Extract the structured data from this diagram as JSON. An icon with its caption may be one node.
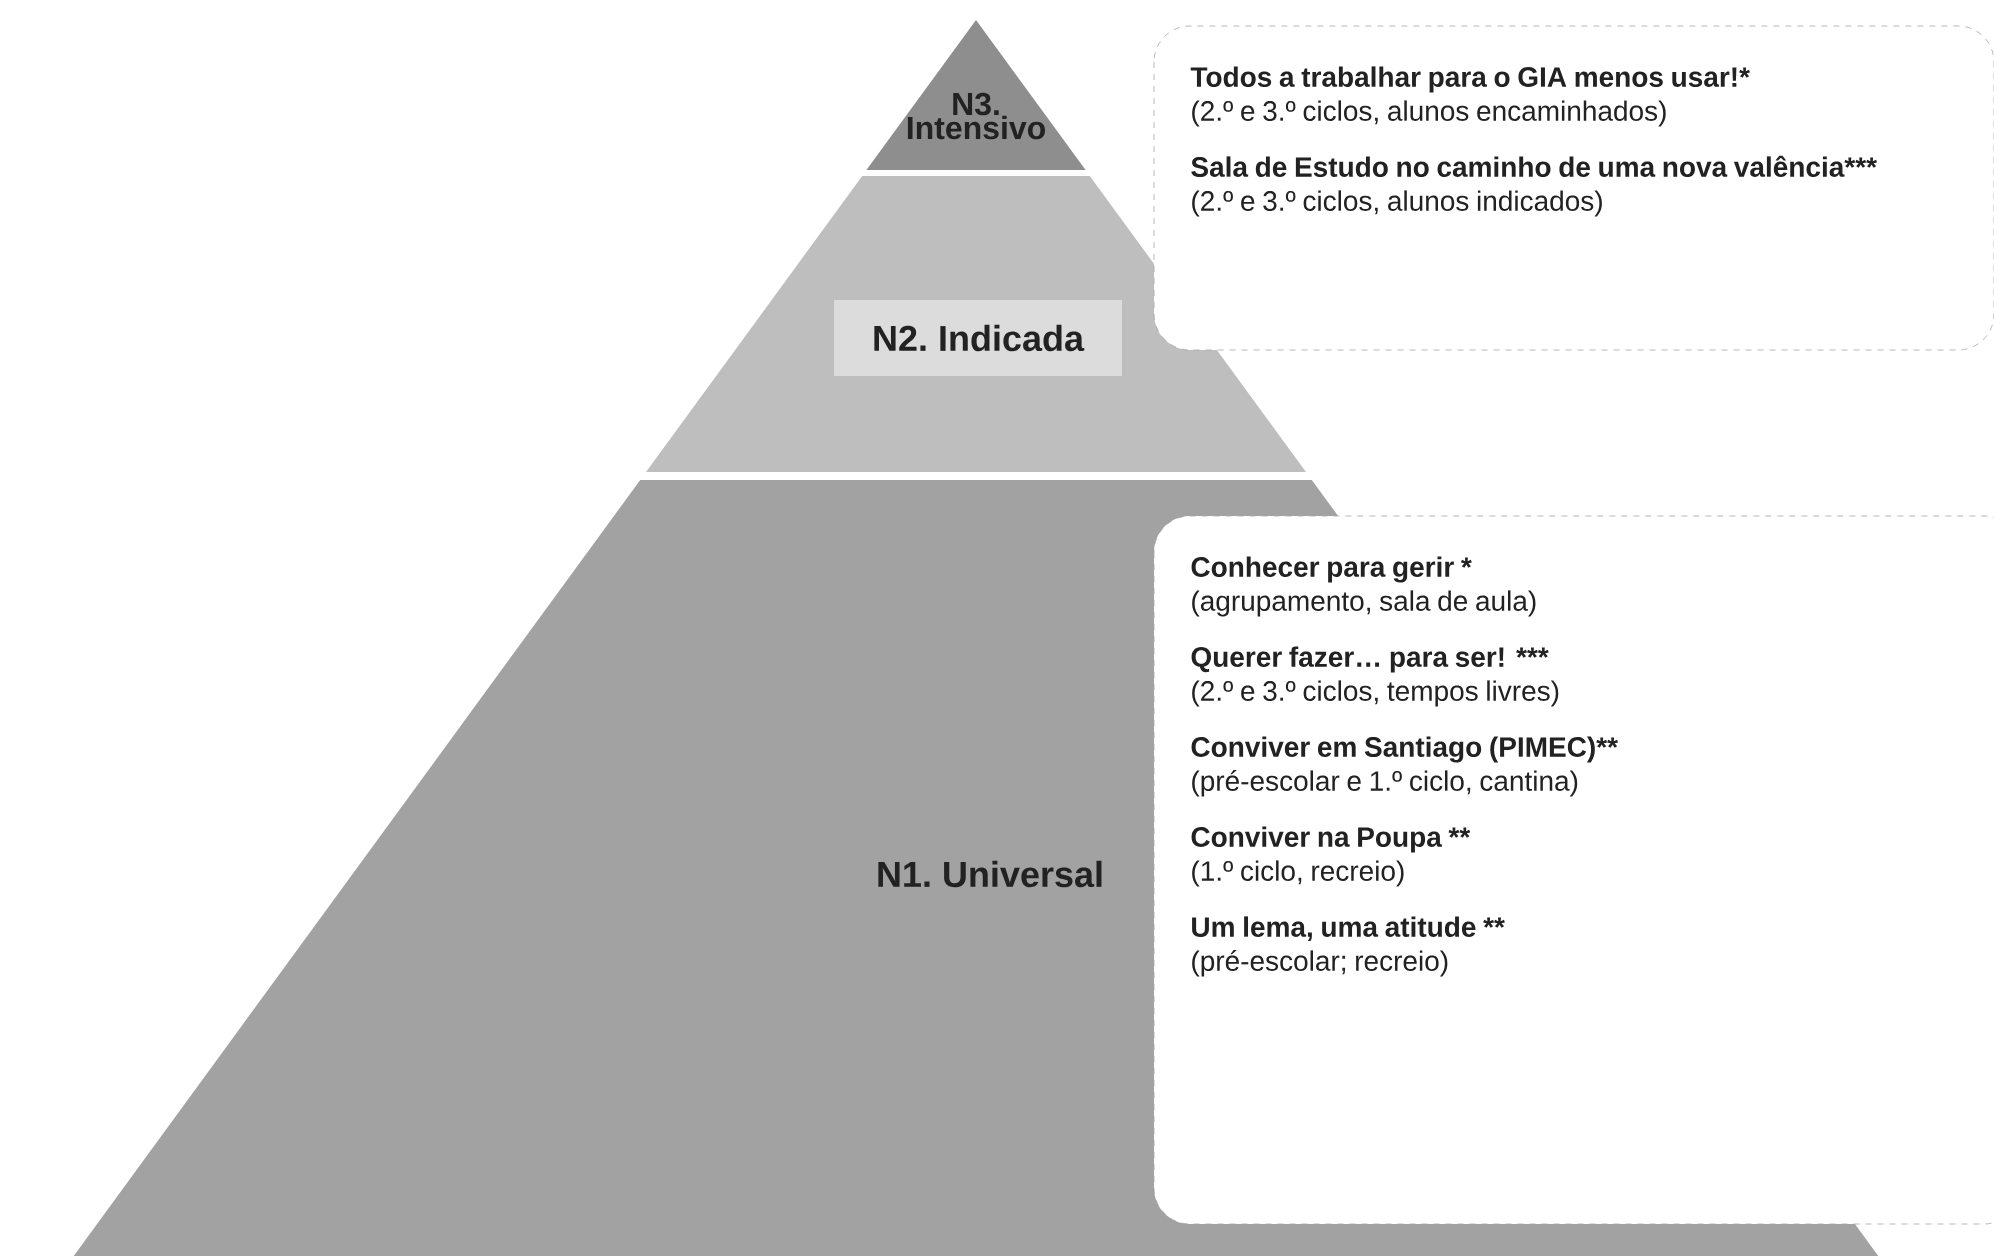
{
  "diagram": {
    "nodes": [
      {
        "text": [
          "N3. Intensivo"
        ]
      },
      {
        "text": [
          "N2. Indicada"
        ]
      },
      {
        "text": [
          "N1. Universal"
        ]
      },
      {
        "text": [
          "Todos a trabalhar para o GIA menos usar!*",
          "(2.º e 3.º ciclos, alunos encaminhados)",
          "Sala de Estudo no caminho de uma nova valência***",
          "(2.º e 3.º ciclos, alunos indicados)"
        ]
      },
      {
        "text": [
          "Conhecer para gerir *",
          "(agrupamento, sala de aula)",
          "Querer fazer… para ser! ***",
          "(2.º e 3.º ciclos, tempos livres)",
          "Conviver em Santiago (PIMEC)**",
          "(pré-escolar e 1.º ciclo, cantina)",
          "Conviver na Poupa **",
          "(1.º ciclo, recreio)",
          "Um lema, uma atitude **",
          "(pré-escolar; recreio)"
        ]
      }
    ]
  }
}
